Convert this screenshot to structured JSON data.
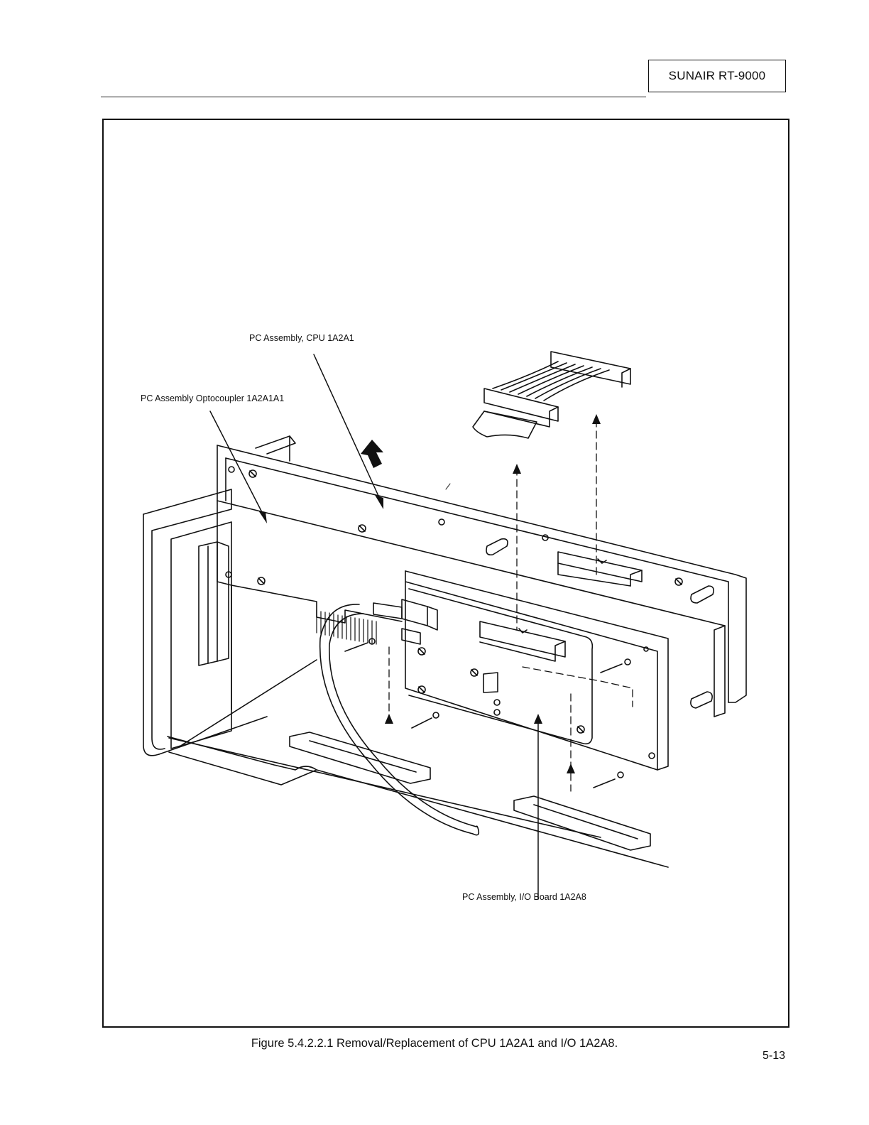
{
  "header": {
    "title": "SUNAIR RT-9000"
  },
  "figure": {
    "callouts": {
      "cpu": "PC Assembly, CPU 1A2A1",
      "optocoupler": "PC Assembly Optocoupler 1A2A1A1",
      "io_board": "PC Assembly, I/O Board 1A2A8"
    },
    "caption": "Figure 5.4.2.2.1  Removal/Replacement of CPU 1A2A1 and I/O 1A2A8."
  },
  "footer": {
    "page_number": "5-13"
  }
}
